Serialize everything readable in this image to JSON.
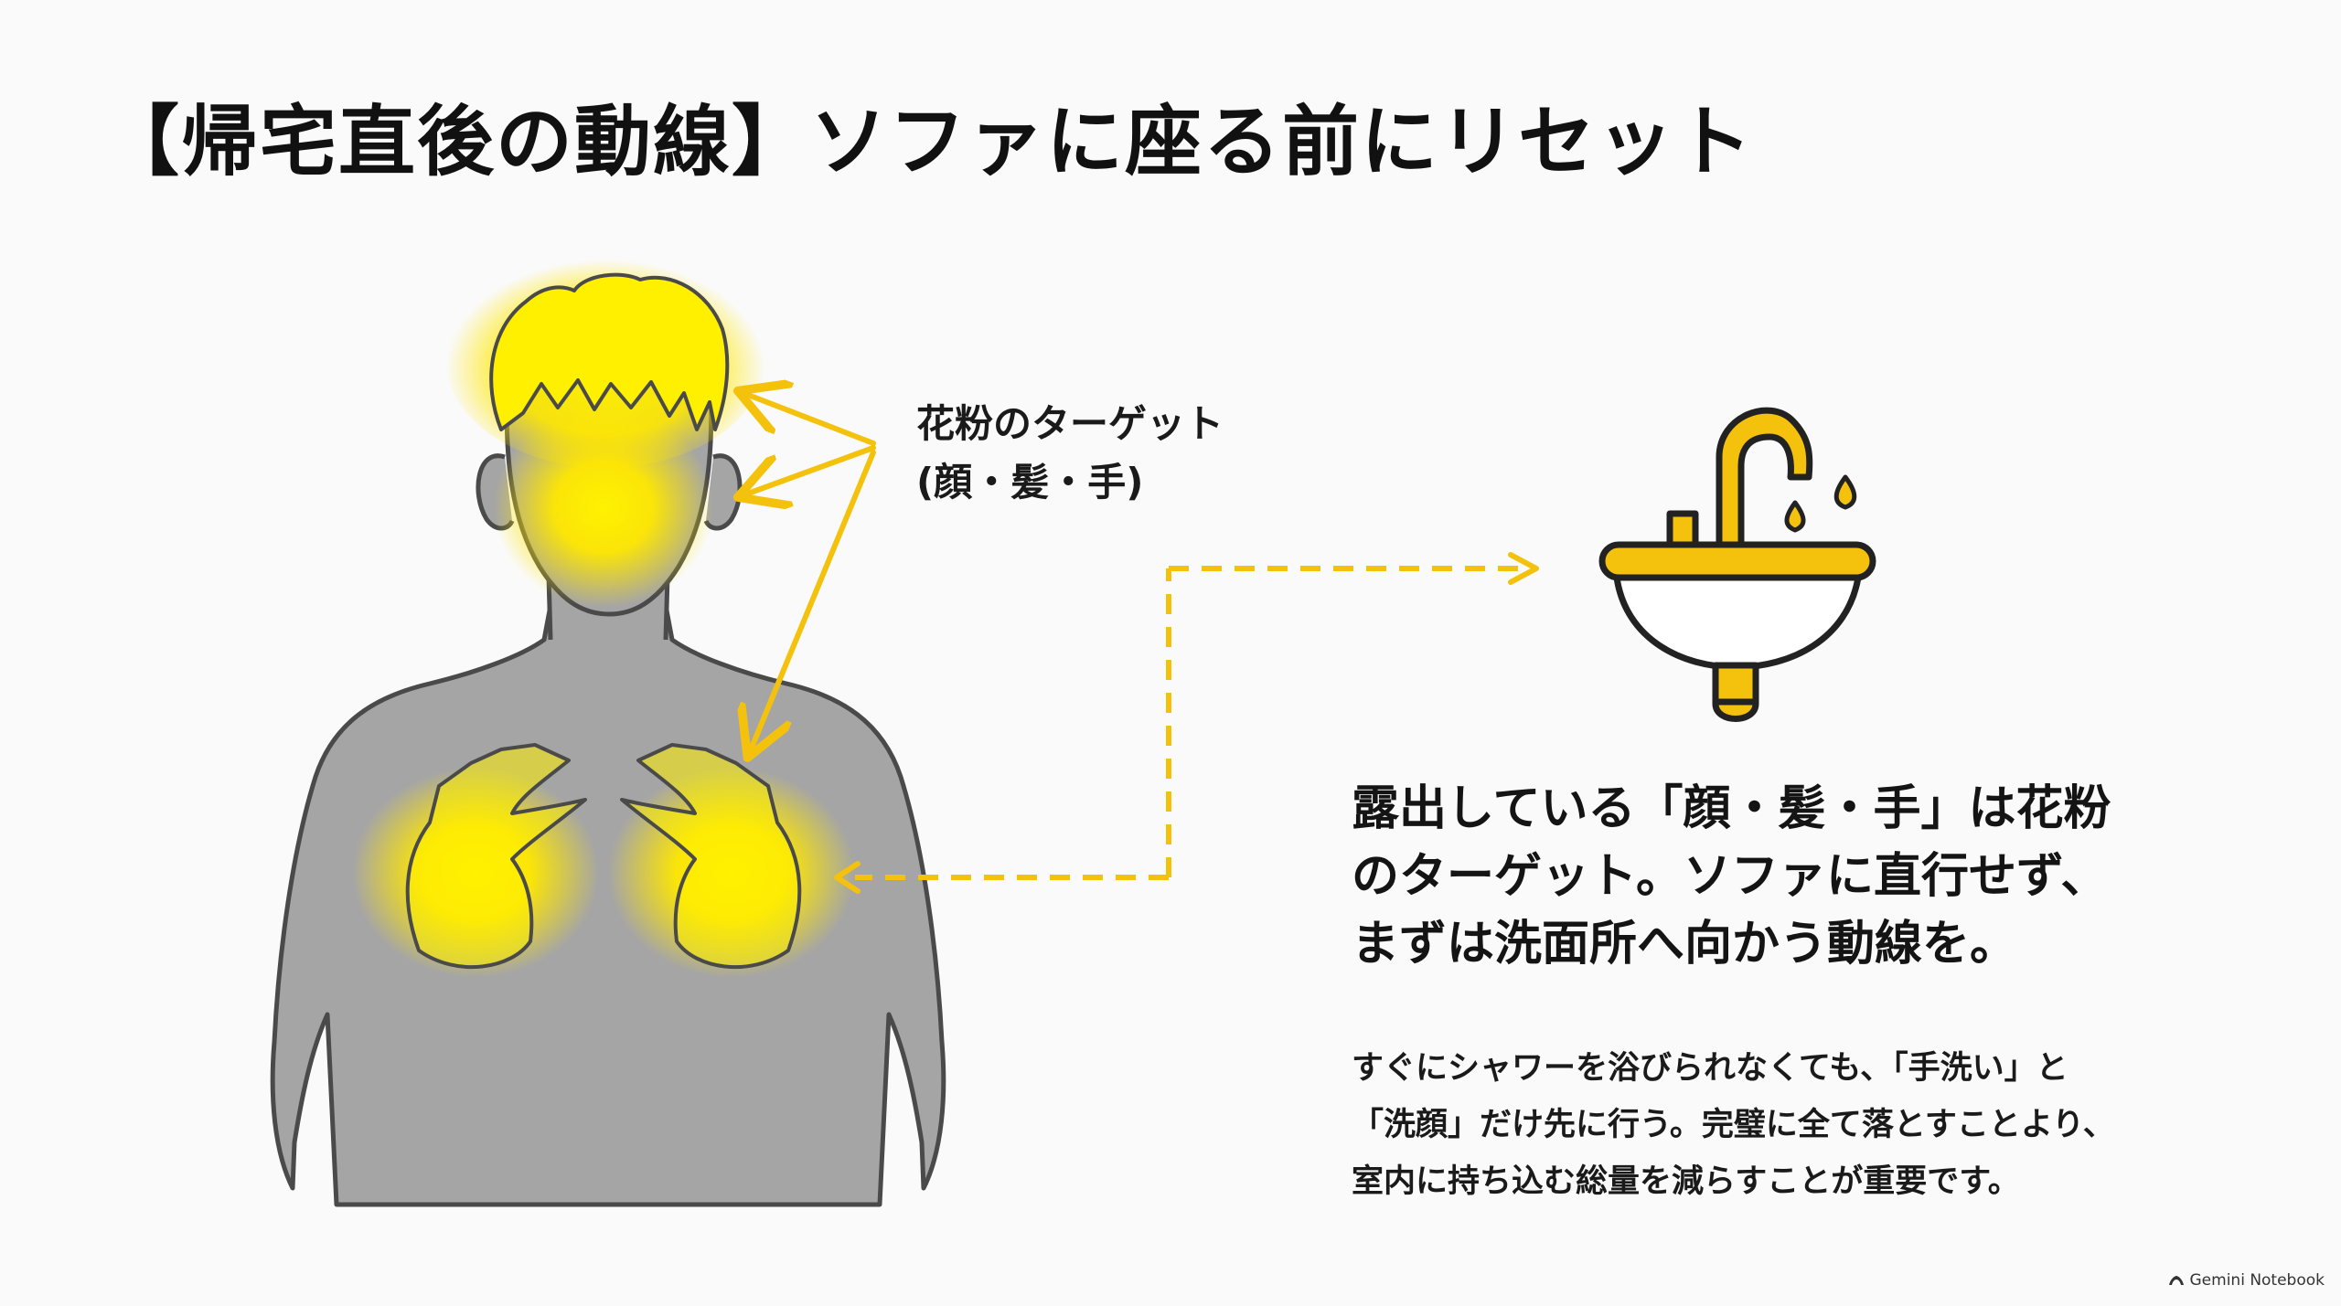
{
  "title": "【帰宅直後の動線】ソファに座る前にリセット",
  "callout": {
    "line1": "花粉のターゲット",
    "line2": "(顔・髪・手)"
  },
  "headline": {
    "line1": "露出している「顔・髪・手」は花粉",
    "line2": "のターゲット。ソファに直行せず、",
    "line3": "まずは洗面所へ向かう動線を。"
  },
  "body": {
    "line1": "すぐにシャワーを浴びられなくても、「手洗い」と",
    "line2": "「洗顔」だけ先に行う。完璧に全て落とすことより、",
    "line3": "室内に持ち込む総量を減らすことが重要です。"
  },
  "watermark": {
    "label": "Gemini Notebook",
    "icon": "notebook-logo-icon"
  },
  "icons": {
    "figure": "person-icon",
    "sink": "washbasin-icon",
    "arrows": "arrow-icon"
  },
  "colors": {
    "accent": "#f4c20d",
    "glow": "#ffe600",
    "body_fill": "#a5a5a5",
    "outline": "#4a4a4a",
    "background": "#fafafa"
  }
}
